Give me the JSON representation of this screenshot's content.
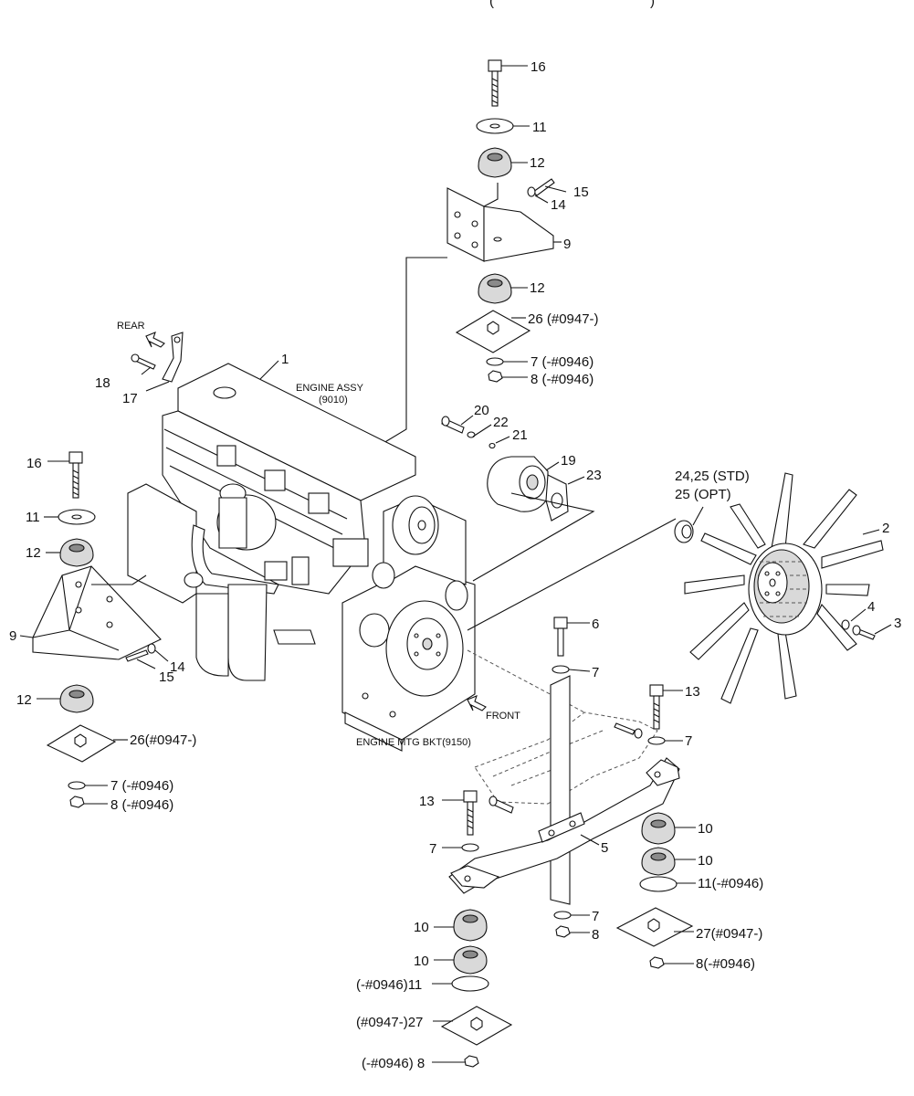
{
  "header": {
    "partial_text": "("
  },
  "assemblies": {
    "engine_assy": "ENGINE ASSY",
    "engine_assy_code": "(9010)",
    "engine_mtg_bkt": "ENGINE MTG BKT(9150)",
    "rear": "REAR",
    "front": "FRONT"
  },
  "callouts": {
    "c1": "1",
    "c2": "2",
    "c3": "3",
    "c4": "4",
    "c5": "5",
    "c6": "6",
    "c7_bolt6": "7",
    "c7_bolt13r": "7",
    "c7_bolt13l": "7",
    "c7_under": "7",
    "c8_under": "8",
    "c9_top": "9",
    "c9_left": "9",
    "c10_r1": "10",
    "c10_r2": "10",
    "c10_l1": "10",
    "c10_l2": "10",
    "c11_top": "11",
    "c11_left": "11",
    "c11_r": "11(-#0946)",
    "c11_l": "(-#0946)11",
    "c12_top1": "12",
    "c12_top2": "12",
    "c12_left1": "12",
    "c12_left2": "12",
    "c13_r": "13",
    "c13_l": "13",
    "c14_top": "14",
    "c14_left": "14",
    "c15_top": "15",
    "c15_left": "15",
    "c16_top": "16",
    "c16_left": "16",
    "c17": "17",
    "c18": "18",
    "c19": "19",
    "c20": "20",
    "c21": "21",
    "c22": "22",
    "c23": "23",
    "c24_std": "24,25 (STD)",
    "c25_opt": "25 (OPT)",
    "c26_top": "26 (#0947-)",
    "c26_left": "26(#0947-)",
    "c7_top": "7 (-#0946)",
    "c8_top": "8 (-#0946)",
    "c7_left": "7 (-#0946)",
    "c8_left": "8 (-#0946)",
    "c27_r": "27(#0947-)",
    "c8_r": "8(-#0946)",
    "c27_l": "(#0947-)27",
    "c8_l": "(-#0946) 8"
  }
}
